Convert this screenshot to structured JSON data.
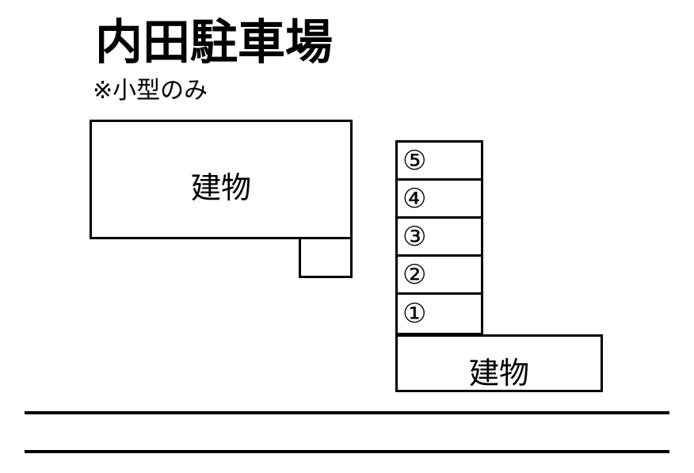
{
  "document": {
    "title": "内田駐車場",
    "subtitle": "※小型のみ"
  },
  "buildings": [
    {
      "id": "bldg-left-main",
      "label": "建物",
      "note": "left building with small annex at lower right"
    },
    {
      "id": "bldg-lower",
      "label": "建物",
      "note": "lower building beneath the parking stalls"
    }
  ],
  "parking": {
    "stall_count": 5,
    "order_top_to_bottom": [
      "⑤",
      "④",
      "③",
      "②",
      "①"
    ],
    "stalls": [
      {
        "number": "⑤",
        "value": 5
      },
      {
        "number": "④",
        "value": 4
      },
      {
        "number": "③",
        "value": 3
      },
      {
        "number": "②",
        "value": 2
      },
      {
        "number": "①",
        "value": 1
      }
    ]
  },
  "road": {
    "lines": 2
  },
  "colors": {
    "ink": "#000000",
    "paper": "#ffffff"
  }
}
